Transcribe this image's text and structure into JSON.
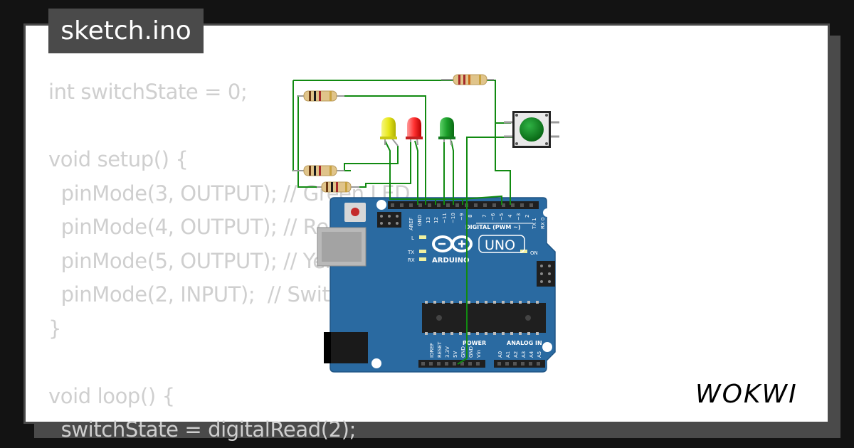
{
  "tab": {
    "title": "sketch.ino"
  },
  "code": {
    "lines": [
      "int switchState = 0;",
      "",
      "void setup() {",
      "  pinMode(3, OUTPUT); // Green LED",
      "  pinMode(4, OUTPUT); // Red LED",
      "  pinMode(5, OUTPUT); // Yellow LED",
      "  pinMode(2, INPUT);  // Switch",
      "}",
      "",
      "void loop() {",
      "  switchState = digitalRead(2);"
    ]
  },
  "board": {
    "brand": "ARDUINO",
    "model": "UNO",
    "digital_header_label": "DIGITAL (PWM ~)",
    "power_header_label": "POWER",
    "analog_header_label": "ANALOG IN",
    "on_label": "ON",
    "led_labels": {
      "l": "L",
      "tx": "TX",
      "rx": "RX"
    },
    "digital_pins": [
      "AREF",
      "GND",
      "13",
      "12",
      "~11",
      "~10",
      "~9",
      "8",
      "7",
      "~6",
      "~5",
      "4",
      "~3",
      "2",
      "TX 1",
      "RX 0"
    ],
    "power_pins": [
      "IOREF",
      "RESET",
      "3.3V",
      "5V",
      "GND",
      "GND",
      "Vin"
    ],
    "analog_pins": [
      "A0",
      "A1",
      "A2",
      "A3",
      "A4",
      "A5"
    ]
  },
  "brand": {
    "name": "WOKWI"
  },
  "colors": {
    "background": "#131313",
    "card_border": "#4a4a4a",
    "code_text": "#cfcfcf",
    "board": "#2a6aa1",
    "wire": "#118a11",
    "led_yellow": "#e8e81c",
    "led_red": "#ff3030",
    "led_green": "#1b9f2a",
    "button": "#0c7f1c"
  }
}
